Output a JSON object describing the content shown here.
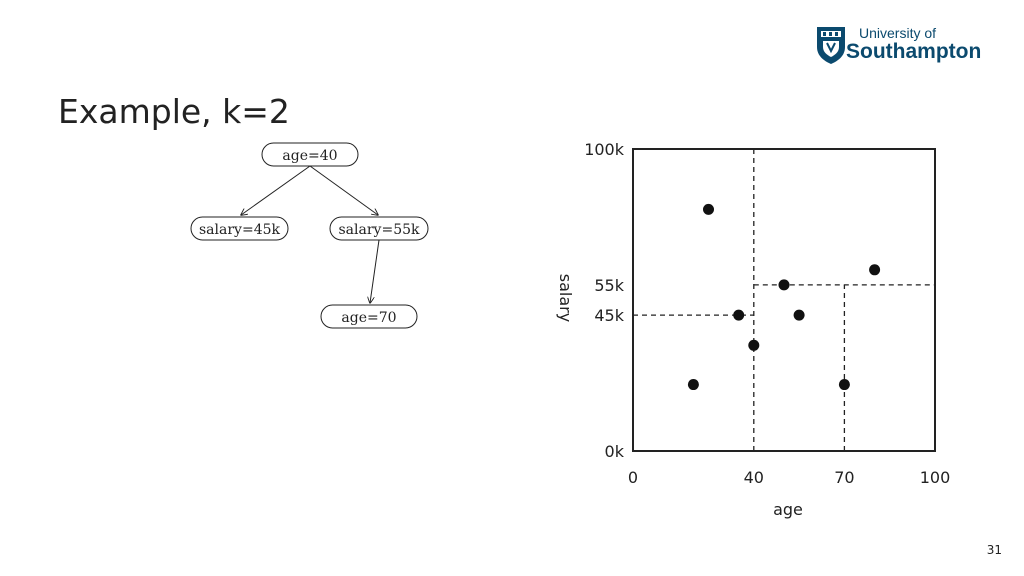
{
  "slide": {
    "title": "Example, k=2",
    "page_number": "31"
  },
  "logo": {
    "line1": "University of",
    "line2": "Southampton",
    "color": "#0b4a6e"
  },
  "tree": {
    "nodes": [
      "age=40",
      "salary=45k",
      "salary=55k",
      "age=70"
    ]
  },
  "chart_data": {
    "type": "scatter",
    "xlabel": "age",
    "ylabel": "salary",
    "xlim": [
      0,
      100
    ],
    "ylim": [
      0,
      100
    ],
    "x_ticks": [
      "0",
      "40",
      "70",
      "100"
    ],
    "y_ticks": [
      "0k",
      "45k",
      "55k",
      "100k"
    ],
    "points": [
      {
        "x": 25,
        "y": 80
      },
      {
        "x": 20,
        "y": 22
      },
      {
        "x": 35,
        "y": 45
      },
      {
        "x": 40,
        "y": 35
      },
      {
        "x": 50,
        "y": 55
      },
      {
        "x": 55,
        "y": 45
      },
      {
        "x": 70,
        "y": 22
      },
      {
        "x": 80,
        "y": 60
      }
    ],
    "splits": [
      {
        "axis": "age",
        "value": 40
      },
      {
        "axis": "salary",
        "value": 45,
        "age_range": [
          0,
          40
        ]
      },
      {
        "axis": "salary",
        "value": 55,
        "age_range": [
          40,
          100
        ]
      },
      {
        "axis": "age",
        "value": 70,
        "salary_range": [
          0,
          55
        ]
      }
    ],
    "grid": false
  }
}
